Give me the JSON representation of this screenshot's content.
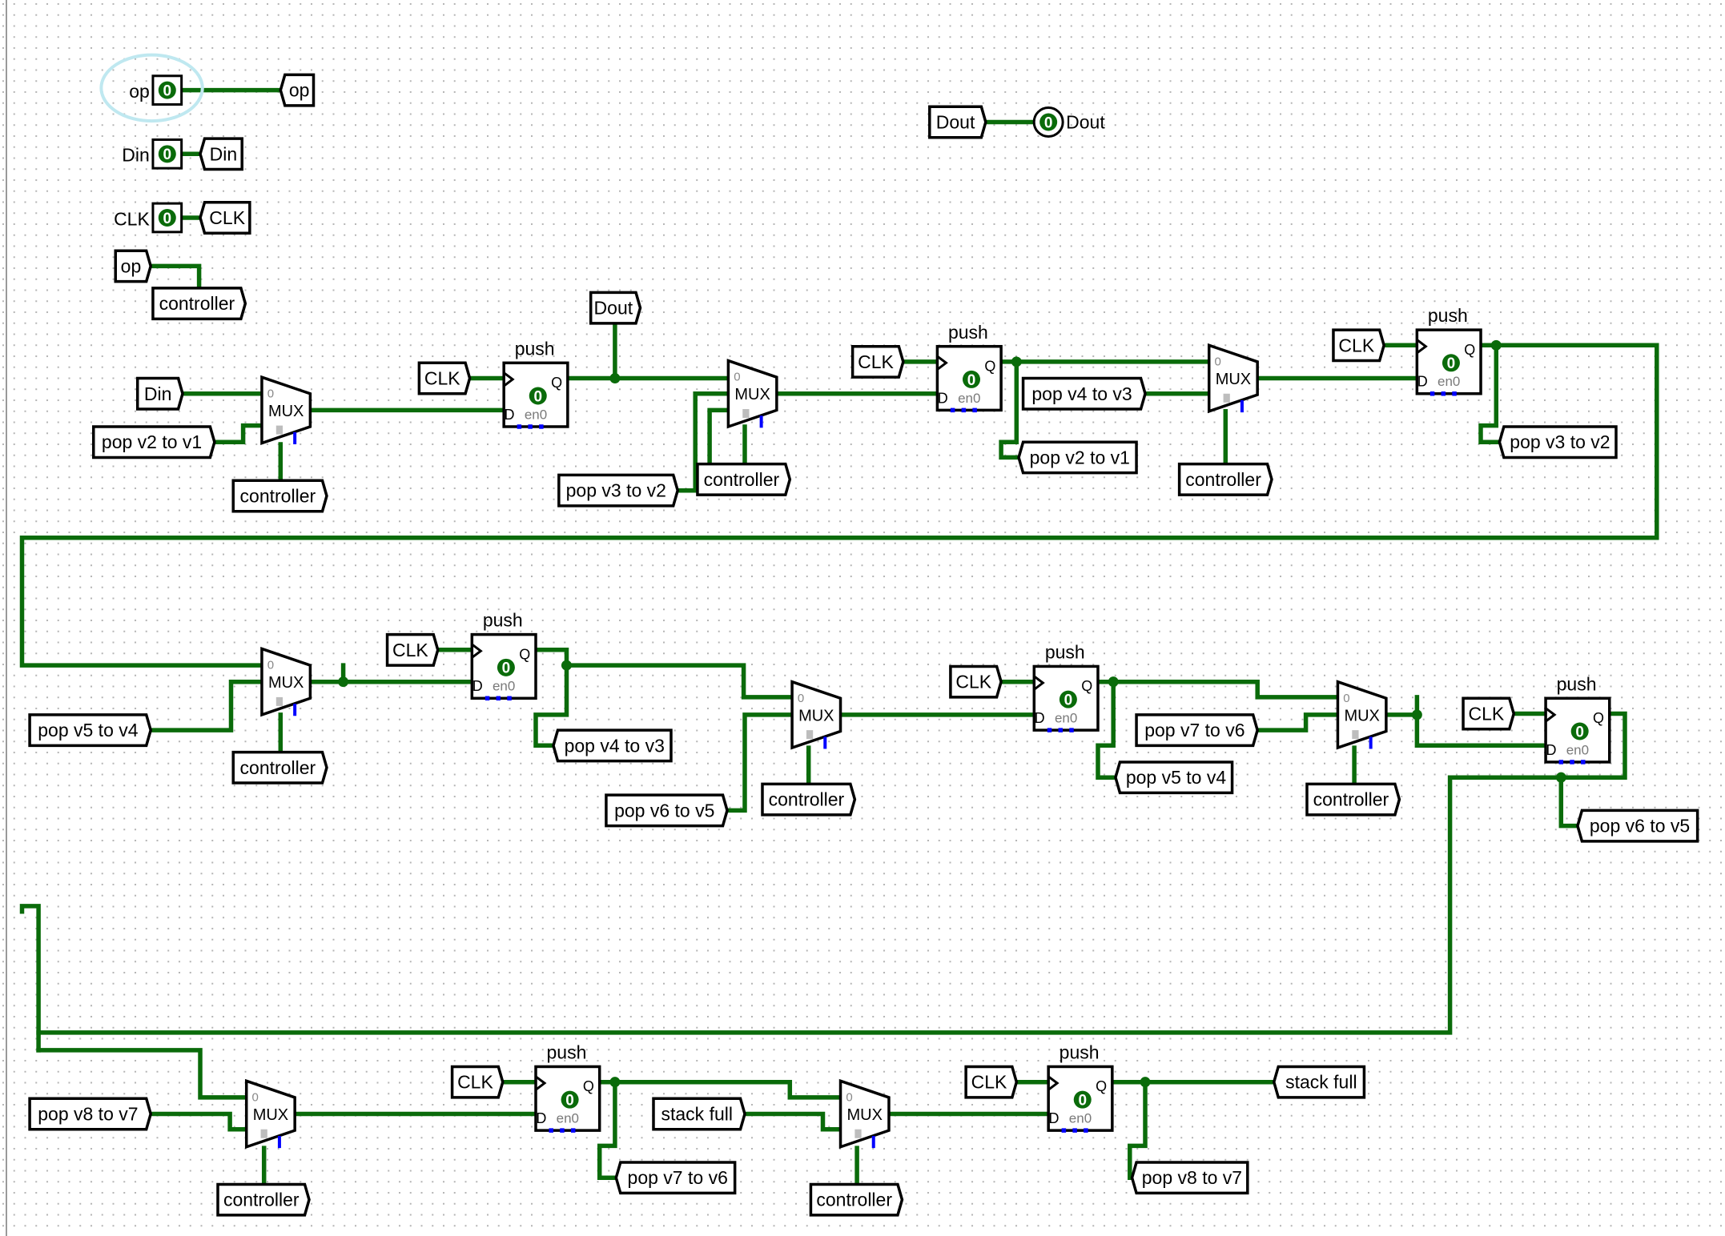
{
  "colors": {
    "wire": "#0a6b0a",
    "pin_value": "#0a6b0a",
    "selection": "#bfe8f0",
    "grid": "#b4b4b4",
    "component": "#000000",
    "enable_marker": "#0000ff"
  },
  "pins": [
    {
      "id": "pin-op",
      "label": "op",
      "value": "0"
    },
    {
      "id": "pin-din",
      "label": "Din",
      "value": "0"
    },
    {
      "id": "pin-clk",
      "label": "CLK",
      "value": "0"
    },
    {
      "id": "pin-dout",
      "label": "Dout",
      "value": "0"
    }
  ],
  "tunnels": [
    {
      "id": "t-op-out",
      "label": "op"
    },
    {
      "id": "t-din-out",
      "label": "Din"
    },
    {
      "id": "t-clk-out",
      "label": "CLK"
    },
    {
      "id": "t-op-in",
      "label": "op"
    },
    {
      "id": "t-ctrl-top",
      "label": "controller"
    },
    {
      "id": "t-dout-in",
      "label": "Dout"
    },
    {
      "id": "t-dout-out",
      "label": "Dout"
    },
    {
      "id": "t-din-r1",
      "label": "Din"
    },
    {
      "id": "t-pop21-r1",
      "label": "pop v2 to v1"
    },
    {
      "id": "t-ctrl-m1",
      "label": "controller"
    },
    {
      "id": "t-clk-f1",
      "label": "CLK"
    },
    {
      "id": "t-pop32-m2",
      "label": "pop v3 to v2"
    },
    {
      "id": "t-ctrl-m2",
      "label": "controller"
    },
    {
      "id": "t-clk-f2",
      "label": "CLK"
    },
    {
      "id": "t-pop43-m3",
      "label": "pop v4 to v3"
    },
    {
      "id": "t-pop21-q2",
      "label": "pop v2 to v1"
    },
    {
      "id": "t-ctrl-m3",
      "label": "controller"
    },
    {
      "id": "t-clk-f3",
      "label": "CLK"
    },
    {
      "id": "t-pop32-q3",
      "label": "pop v3 to v2"
    },
    {
      "id": "t-pop54-m4",
      "label": "pop v5 to v4"
    },
    {
      "id": "t-ctrl-m4",
      "label": "controller"
    },
    {
      "id": "t-clk-f4",
      "label": "CLK"
    },
    {
      "id": "t-pop43-q4",
      "label": "pop v4 to v3"
    },
    {
      "id": "t-pop65-m5",
      "label": "pop v6 to v5"
    },
    {
      "id": "t-ctrl-m5",
      "label": "controller"
    },
    {
      "id": "t-clk-f5",
      "label": "CLK"
    },
    {
      "id": "t-pop76-m6",
      "label": "pop v7 to v6"
    },
    {
      "id": "t-pop54-q5",
      "label": "pop v5 to v4"
    },
    {
      "id": "t-ctrl-m6",
      "label": "controller"
    },
    {
      "id": "t-clk-f6",
      "label": "CLK"
    },
    {
      "id": "t-pop65-q6",
      "label": "pop v6 to v5"
    },
    {
      "id": "t-pop87-m7",
      "label": "pop v8 to v7"
    },
    {
      "id": "t-ctrl-m7",
      "label": "controller"
    },
    {
      "id": "t-clk-f7",
      "label": "CLK"
    },
    {
      "id": "t-pop76-q7",
      "label": "pop v7 to v6"
    },
    {
      "id": "t-full-m8",
      "label": "stack full"
    },
    {
      "id": "t-ctrl-m8",
      "label": "controller"
    },
    {
      "id": "t-clk-f8",
      "label": "CLK"
    },
    {
      "id": "t-full-q8",
      "label": "stack full"
    },
    {
      "id": "t-pop87-q8",
      "label": "pop v8 to v7"
    }
  ],
  "muxes": [
    {
      "id": "mux-1",
      "label": "MUX",
      "in0": "0"
    },
    {
      "id": "mux-2",
      "label": "MUX",
      "in0": "0"
    },
    {
      "id": "mux-3",
      "label": "MUX",
      "in0": "0"
    },
    {
      "id": "mux-4",
      "label": "MUX",
      "in0": "0"
    },
    {
      "id": "mux-5",
      "label": "MUX",
      "in0": "0"
    },
    {
      "id": "mux-6",
      "label": "MUX",
      "in0": "0"
    },
    {
      "id": "mux-7",
      "label": "MUX",
      "in0": "0"
    },
    {
      "id": "mux-8",
      "label": "MUX",
      "in0": "0"
    }
  ],
  "flipflops": [
    {
      "id": "ff-1",
      "title": "push",
      "value": "0",
      "q": "Q",
      "d": "D",
      "en": "en0"
    },
    {
      "id": "ff-2",
      "title": "push",
      "value": "0",
      "q": "Q",
      "d": "D",
      "en": "en0"
    },
    {
      "id": "ff-3",
      "title": "push",
      "value": "0",
      "q": "Q",
      "d": "D",
      "en": "en0"
    },
    {
      "id": "ff-4",
      "title": "push",
      "value": "0",
      "q": "Q",
      "d": "D",
      "en": "en0"
    },
    {
      "id": "ff-5",
      "title": "push",
      "value": "0",
      "q": "Q",
      "d": "D",
      "en": "en0"
    },
    {
      "id": "ff-6",
      "title": "push",
      "value": "0",
      "q": "Q",
      "d": "D",
      "en": "en0"
    },
    {
      "id": "ff-7",
      "title": "push",
      "value": "0",
      "q": "Q",
      "d": "D",
      "en": "en0"
    },
    {
      "id": "ff-8",
      "title": "push",
      "value": "0",
      "q": "Q",
      "d": "D",
      "en": "en0"
    }
  ]
}
